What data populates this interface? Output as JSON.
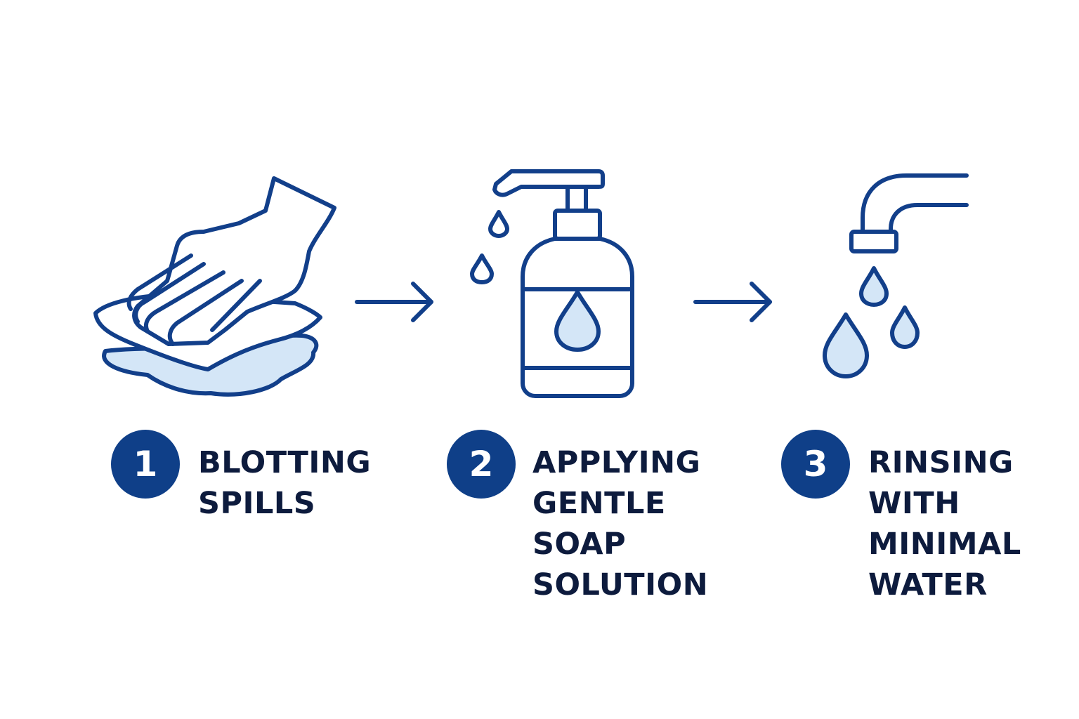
{
  "colors": {
    "stroke": "#123f8a",
    "fill": "#d4e6f7",
    "badge": "#0f3f88",
    "text": "#0d1b3d",
    "background": "#ffffff"
  },
  "steps": [
    {
      "number": "1",
      "icon": "hand-blotting-icon",
      "label_lines": [
        "BLOTTING",
        "SPILLS"
      ]
    },
    {
      "number": "2",
      "icon": "soap-dispenser-icon",
      "label_lines": [
        "APPLYING",
        "GENTLE",
        "SOAP",
        "SOLUTION"
      ]
    },
    {
      "number": "3",
      "icon": "faucet-water-icon",
      "label_lines": [
        "RINSING",
        "WITH",
        "MINIMAL",
        "WATER"
      ]
    }
  ],
  "arrows": [
    "arrow-right-icon",
    "arrow-right-icon"
  ]
}
